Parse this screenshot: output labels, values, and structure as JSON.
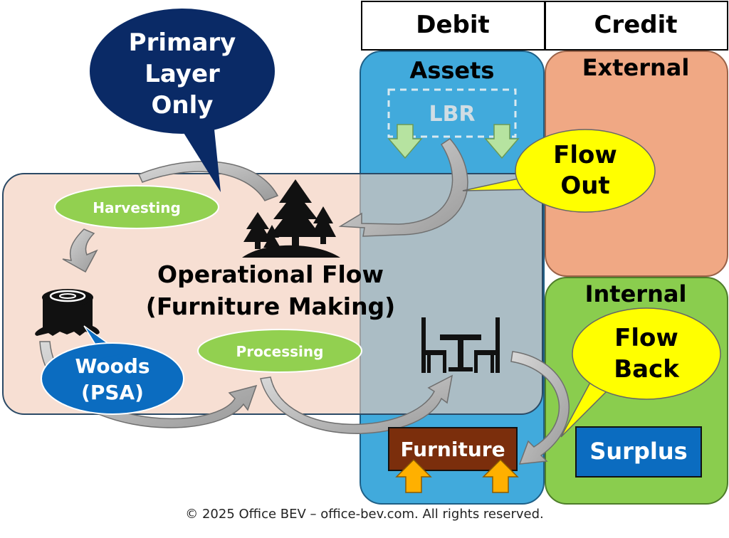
{
  "header": {
    "debit": "Debit",
    "credit": "Credit"
  },
  "panels": {
    "assets": "Assets",
    "external": "External",
    "internal": "Internal"
  },
  "boxes": {
    "lbr": "LBR",
    "furniture": "Furniture",
    "surplus": "Surplus"
  },
  "bubbles": {
    "primary_line1": "Primary",
    "primary_line2": "Layer",
    "primary_line3": "Only",
    "flow_out_line1": "Flow",
    "flow_out_line2": "Out",
    "flow_back_line1": "Flow",
    "flow_back_line2": "Back",
    "woods_line1": "Woods",
    "woods_line2": "(PSA)"
  },
  "ellipses": {
    "harvesting": "Harvesting",
    "processing": "Processing"
  },
  "central": {
    "line1": "Operational Flow",
    "line2": "(Furniture Making)"
  },
  "icons": [
    "trees-icon",
    "stump-icon",
    "table-chairs-icon"
  ],
  "colors": {
    "assets_blue": "#41AADC",
    "external_salmon": "#F0A884",
    "internal_green": "#8ACD4E",
    "operational_pink": "#F6D2C2",
    "ellipse_green": "#92D050",
    "navy_bubble": "#0A2A66",
    "yellow_bubble": "#FFFF00",
    "woods_blue": "#0B6CC0",
    "furniture_brown": "#7B2E0C",
    "surplus_blue": "#0B6CC0"
  },
  "footer": "© 2025 Office BEV – office-bev.com. All rights reserved."
}
